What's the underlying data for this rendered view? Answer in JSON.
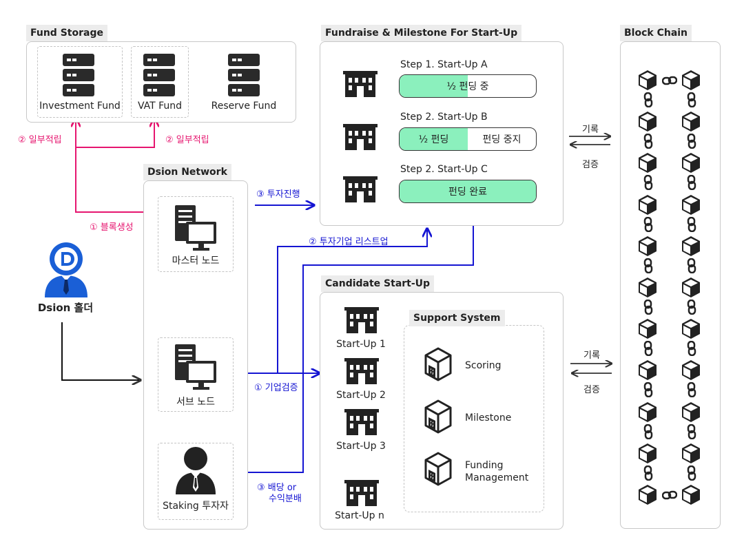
{
  "panels": {
    "fund_storage": "Fund Storage",
    "fundraise": "Fundraise & Milestone For Start-Up",
    "block_chain": "Block Chain",
    "dsion_network": "Dsion Network",
    "candidate": "Candidate Start-Up",
    "support_system": "Support System"
  },
  "funds": [
    "Investment Fund",
    "VAT Fund",
    "Reserve Fund"
  ],
  "steps": [
    {
      "title": "Step 1. Start-Up A",
      "fill": 0.5,
      "segments": [
        "½ 펀딩 중"
      ]
    },
    {
      "title": "Step 2. Start-Up B",
      "fill": 0.5,
      "segments": [
        "½ 펀딩",
        "펀딩 중지"
      ]
    },
    {
      "title": "Step 2. Start-Up C",
      "fill": 1.0,
      "segments": [
        "펀딩 완료"
      ]
    }
  ],
  "nodes": {
    "master": "마스터 노드",
    "sub": "서브 노드",
    "staking": "Staking 투자자"
  },
  "holder": "Dsion 홀더",
  "startups": [
    "Start-Up 1",
    "Start-Up 2",
    "Start-Up 3",
    "Start-Up n"
  ],
  "support_items": [
    "Scoring",
    "Milestone",
    "Funding",
    "Management"
  ],
  "arrows": {
    "partial_left": "② 일부적립",
    "partial_right": "② 일부적립",
    "block_create": "① 블록생성",
    "invest_progress": "③ 투자진행",
    "listup": "② 투자기업 리스트업",
    "verify_company": "① 기업검증",
    "dividend_1": "③ 배당 or",
    "dividend_2": "수익분배",
    "record_top": "기록",
    "verify_top": "검증",
    "record_bottom": "기록",
    "verify_bottom": "검증"
  },
  "colors": {
    "pink": "#e6156f",
    "blue": "#1414d2",
    "green": "#8bf0bd",
    "holder_blue": "#1a5fd6"
  }
}
